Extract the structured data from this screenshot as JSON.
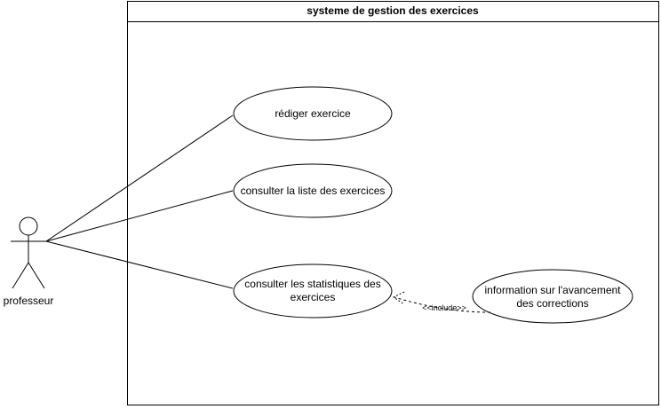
{
  "system": {
    "title": "systeme de gestion des exercices"
  },
  "actor": {
    "name": "professeur"
  },
  "use_cases": [
    {
      "id": "uc1",
      "lines": [
        "rédiger exercice"
      ]
    },
    {
      "id": "uc2",
      "lines": [
        "consulter la liste des exercices"
      ]
    },
    {
      "id": "uc3",
      "lines": [
        "consulter les statistiques des",
        "exercices"
      ]
    },
    {
      "id": "uc4",
      "lines": [
        "information sur l'avancement",
        "des corrections"
      ]
    }
  ],
  "relations": {
    "include_label": "<<include>>"
  },
  "colors": {
    "stroke": "#000000",
    "background": "#ffffff"
  }
}
